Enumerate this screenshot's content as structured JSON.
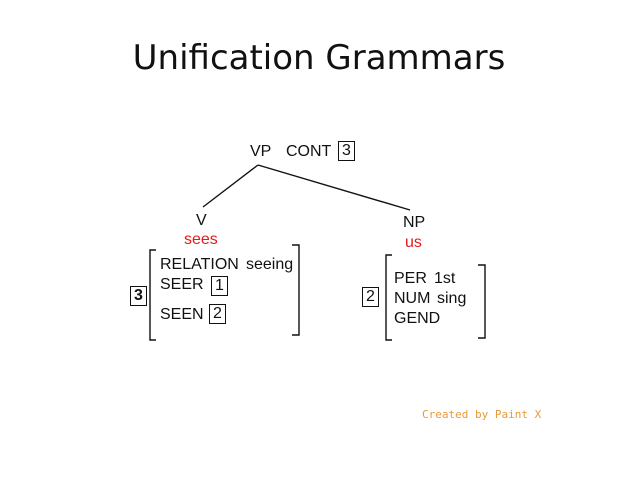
{
  "title": "Unification Grammars",
  "root": {
    "category": "VP",
    "feature": "CONT",
    "tag": "3"
  },
  "left_child": {
    "category": "V",
    "word": "sees",
    "tag": "3",
    "features": [
      {
        "name": "RELATION",
        "value": "seeing"
      },
      {
        "name": "SEER",
        "tag": "1"
      },
      {
        "name": "SEEN",
        "tag": "2"
      }
    ]
  },
  "right_child": {
    "category": "NP",
    "word": "us",
    "tag": "2",
    "features": [
      {
        "name": "PER",
        "value": "1st"
      },
      {
        "name": "NUM",
        "value": "sing"
      },
      {
        "name": "GEND",
        "value": ""
      }
    ]
  },
  "credit": "Created by Paint X",
  "colors": {
    "word": "#e31a1a",
    "credit": "#e89a3a"
  }
}
